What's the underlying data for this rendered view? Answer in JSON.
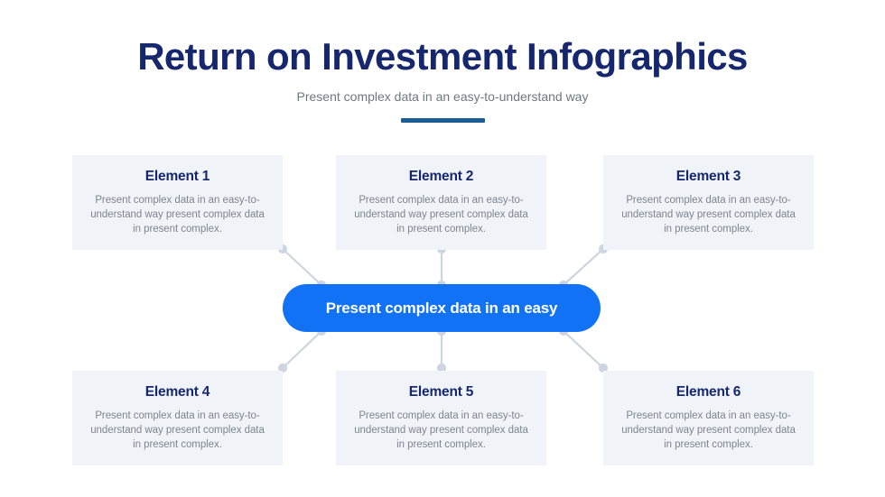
{
  "header": {
    "title": "Return on Investment Infographics",
    "subtitle": "Present complex data in an easy-to-understand way",
    "divider_color": "#1C5E93",
    "title_color": "#16276E",
    "subtitle_color": "#6E7780"
  },
  "center": {
    "label": "Present complex data in an easy",
    "background_color": "#1272F5",
    "text_color": "#FFFFFF"
  },
  "cards": [
    {
      "title": "Element 1",
      "body": "Present complex data in an easy-to-understand way present complex data in present complex."
    },
    {
      "title": "Element 2",
      "body": "Present complex data in an easy-to-understand way present complex data in present complex."
    },
    {
      "title": "Element 3",
      "body": "Present complex data in an easy-to-understand way present complex data in present complex."
    },
    {
      "title": "Element 4",
      "body": "Present complex data in an easy-to-understand way present complex data in present complex."
    },
    {
      "title": "Element 5",
      "body": "Present complex data in an easy-to-understand way present complex data in present complex."
    },
    {
      "title": "Element 6",
      "body": "Present complex data in an easy-to-understand way present complex data in present complex."
    }
  ],
  "style": {
    "card_background": "#F0F4F8",
    "card_title_color": "#16276E",
    "card_body_color": "#7D858E",
    "connector_color": "#CDD6E0",
    "page_background": "#FFFFFF"
  }
}
